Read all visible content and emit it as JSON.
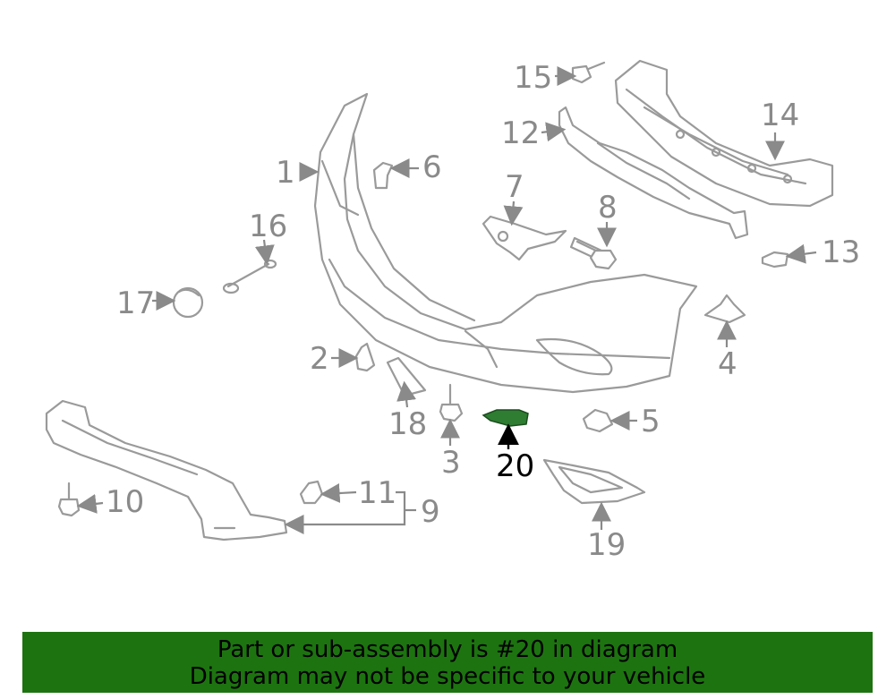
{
  "banner": {
    "line1": "Part or sub-assembly is #20 in diagram",
    "line2": "Diagram may not be specific to your vehicle"
  },
  "highlight_color": "#2e7d32",
  "banner_color": "#1d7310",
  "callouts": {
    "c1": "1",
    "c2": "2",
    "c3": "3",
    "c4": "4",
    "c5": "5",
    "c6": "6",
    "c7": "7",
    "c8": "8",
    "c9": "9",
    "c10": "10",
    "c11": "11",
    "c12": "12",
    "c13": "13",
    "c14": "14",
    "c15": "15",
    "c16": "16",
    "c17": "17",
    "c18": "18",
    "c19": "19",
    "c20": "20"
  }
}
